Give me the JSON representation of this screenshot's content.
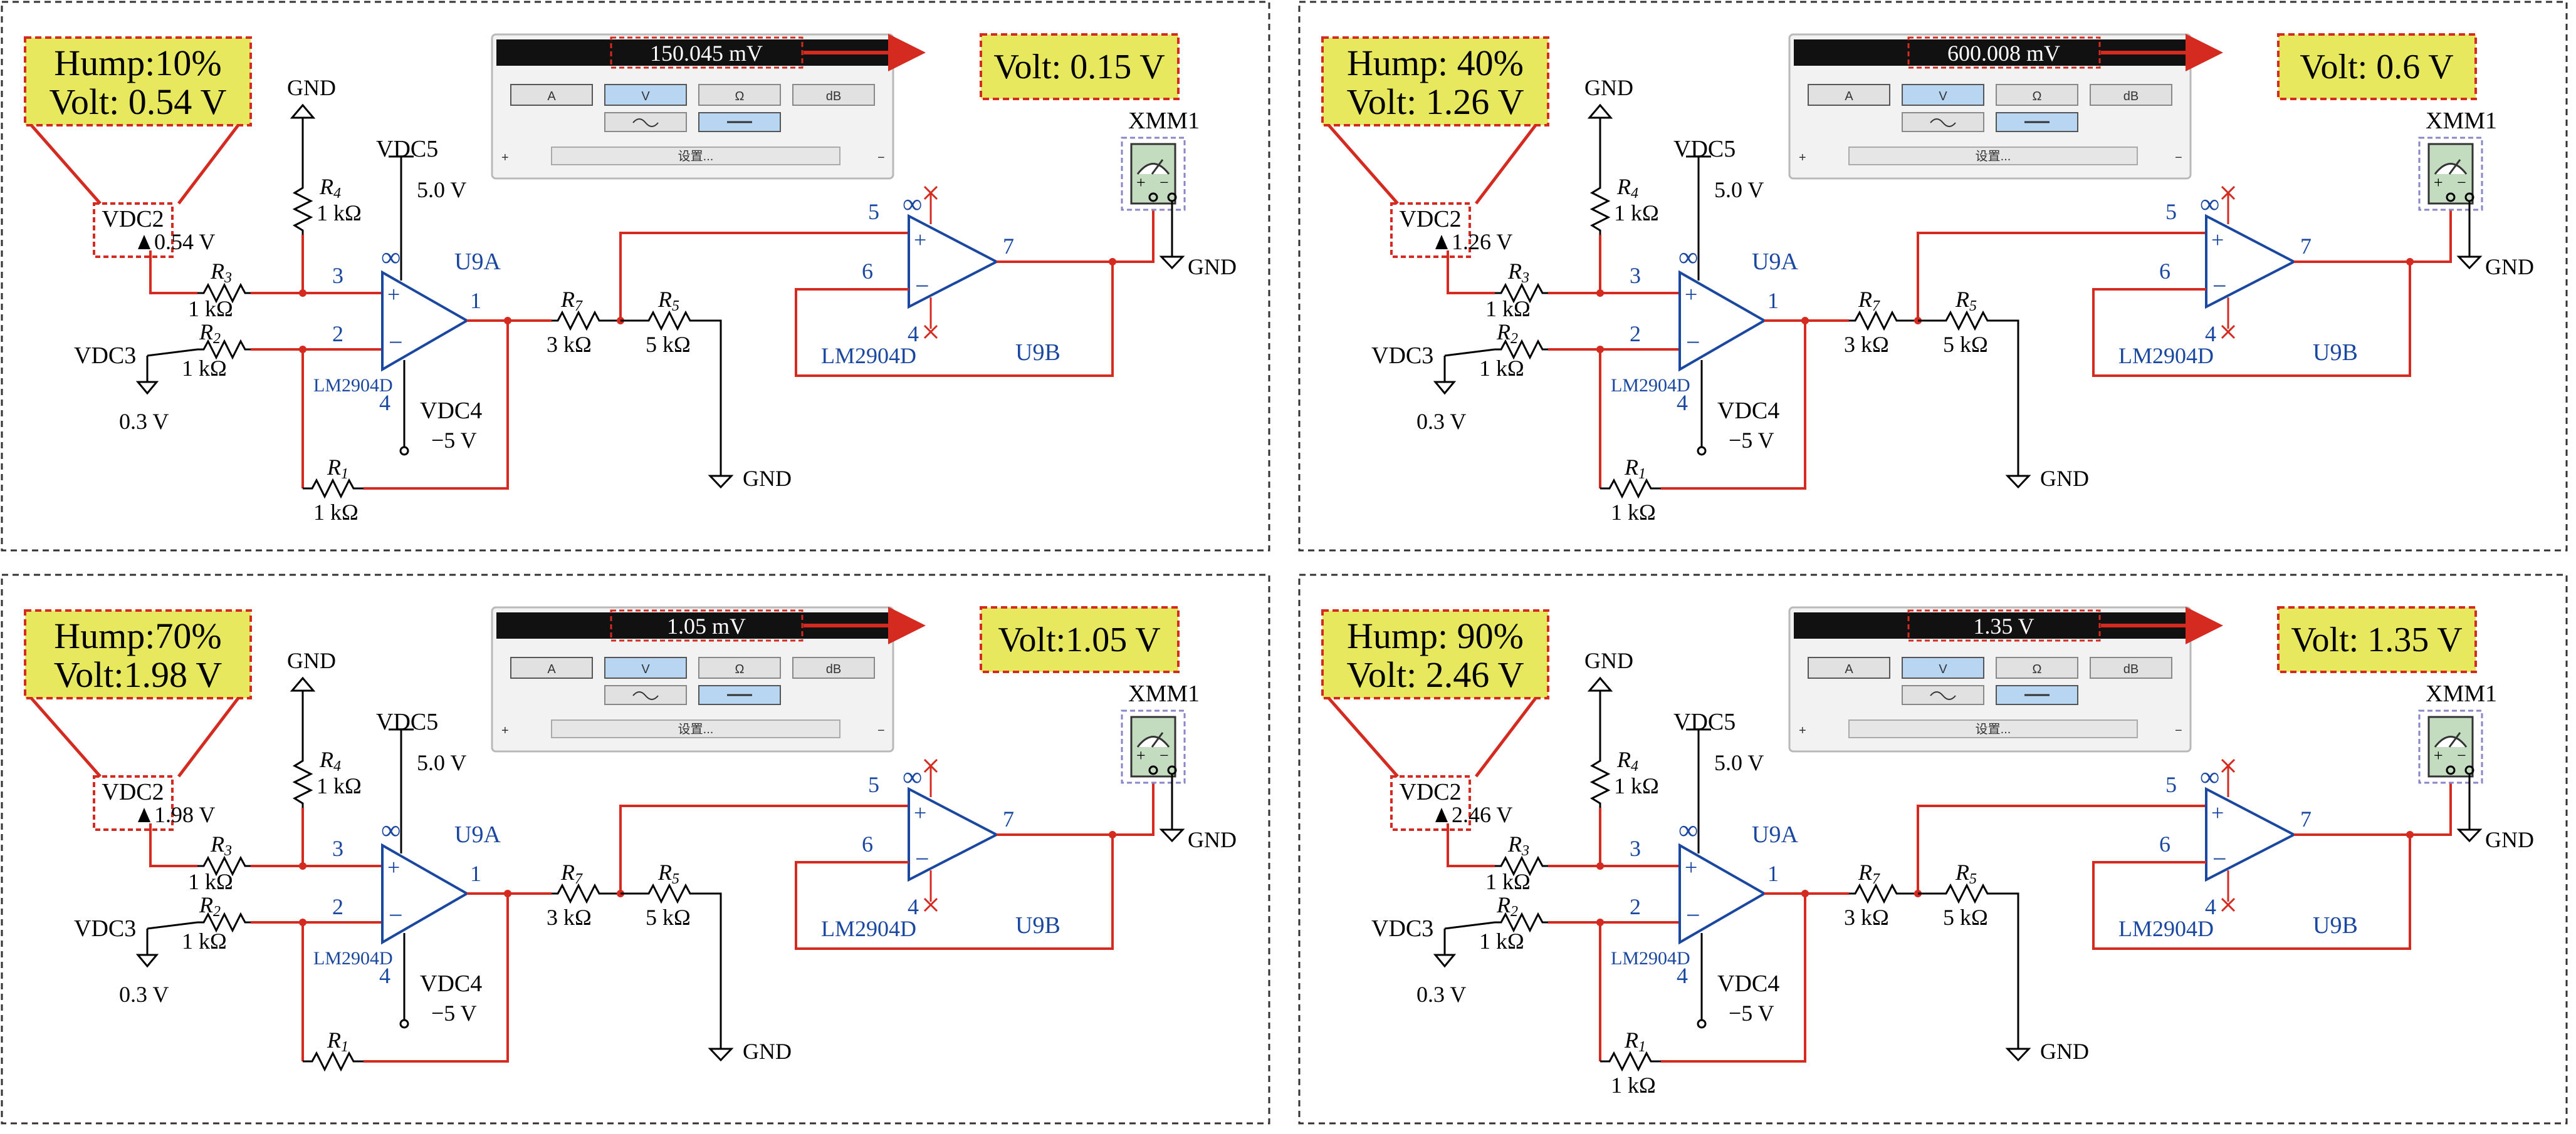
{
  "panels": [
    {
      "hump": "Hump:10%",
      "hump_volt": "Volt: 0.54 V",
      "meter_reading": "150.045 mV",
      "result": "Volt: 0.15 V",
      "vdc2_value": "0.54 V",
      "r1_value": "1 kΩ"
    },
    {
      "hump": "Hump: 40%",
      "hump_volt": "Volt: 1.26 V",
      "meter_reading": "600.008 mV",
      "result": "Volt: 0.6 V",
      "vdc2_value": "1.26 V",
      "r1_value": "1 kΩ"
    },
    {
      "hump": "Hump:70%",
      "hump_volt": "Volt:1.98 V",
      "meter_reading": "1.05 mV",
      "result": "Volt:1.05 V",
      "vdc2_value": "1.98 V",
      "r1_value": ""
    },
    {
      "hump": "Hump: 90%",
      "hump_volt": "Volt: 2.46 V",
      "meter_reading": "1.35 V",
      "result": "Volt: 1.35 V",
      "vdc2_value": "2.46 V",
      "r1_value": "1 kΩ"
    }
  ],
  "labels": {
    "gnd": "GND",
    "vdc2": "VDC2",
    "vdc3": "VDC3",
    "vdc3_value": "0.3 V",
    "vdc4": "VDC4",
    "vdc4_value": "−5 V",
    "vdc5": "VDC5",
    "vdc5_value": "5.0 V",
    "r1": "R",
    "r1_sub": "1",
    "r2": "R",
    "r2_sub": "2",
    "r3": "R",
    "r3_sub": "3",
    "r4": "R",
    "r4_sub": "4",
    "r5": "R",
    "r5_sub": "5",
    "r7": "R",
    "r7_sub": "7",
    "r_1k": "1 kΩ",
    "r_3k": "3 kΩ",
    "r_5k": "5 kΩ",
    "u9a": "U9A",
    "u9b": "U9B",
    "lm": "LM2904D",
    "xmm": "XMM1",
    "pin1": "1",
    "pin2": "2",
    "pin3": "3",
    "pin4": "4",
    "pin5": "5",
    "pin6": "6",
    "pin7": "7",
    "pin8": "∞",
    "plus": "+",
    "minus": "−",
    "meter_btn_a": "A",
    "meter_btn_v": "V",
    "meter_btn_ohm": "Ω",
    "meter_btn_db": "dB",
    "meter_settings": "设置...",
    "meter_plus": "+",
    "meter_minus": "−"
  },
  "colors": {
    "wire": "#d42a1f",
    "component": "#1a47a0",
    "callout_fill": "#e8e85e",
    "callout_border": "#d42a1f",
    "meter_display": "#111111",
    "meter_body": "#f2f2f2"
  }
}
